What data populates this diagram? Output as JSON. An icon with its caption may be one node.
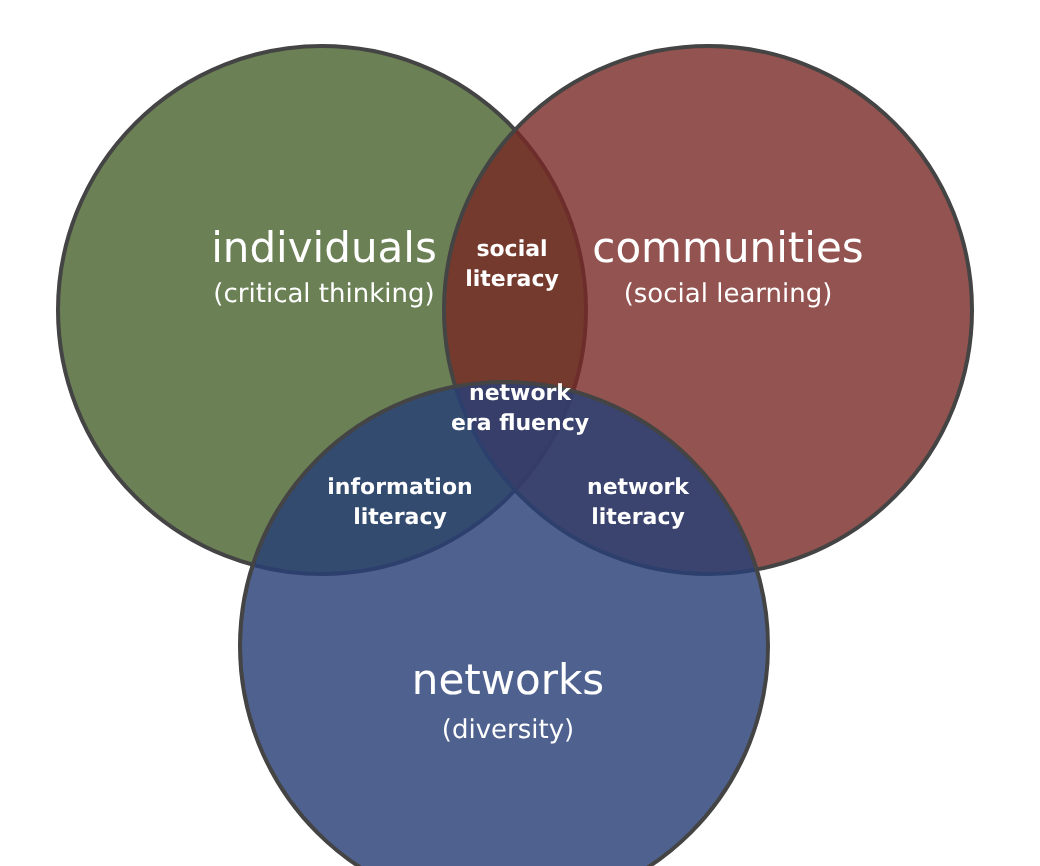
{
  "diagram": {
    "nodes": [
      {
        "text": [
          "individuals",
          "(critical thinking)"
        ]
      },
      {
        "text": [
          "communities",
          "(social learning)"
        ]
      },
      {
        "text": [
          "networks",
          "(diversity)"
        ]
      }
    ],
    "labels": [
      "social literacy",
      "network era fluency",
      "information literacy",
      "network literacy"
    ]
  }
}
